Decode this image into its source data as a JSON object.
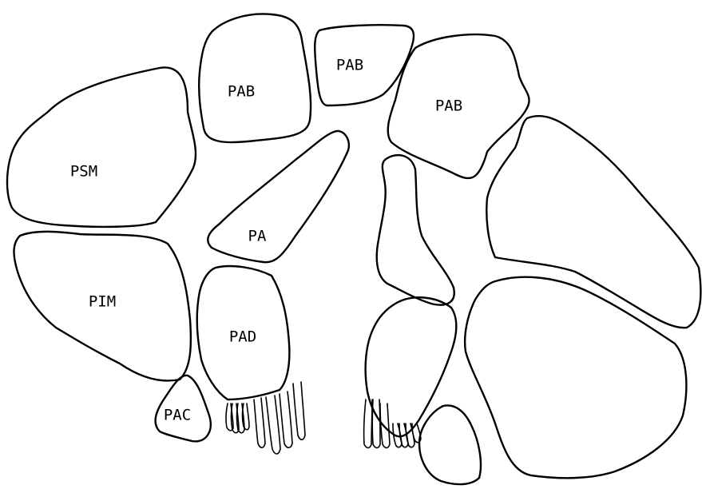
{
  "labels": {
    "pab_left": "PAB",
    "pab_middle": "PAB",
    "pab_right": "PAB",
    "psm": "PSM",
    "pa": "PA",
    "pim": "PIM",
    "pad": "PAD",
    "pac": "PAC"
  }
}
